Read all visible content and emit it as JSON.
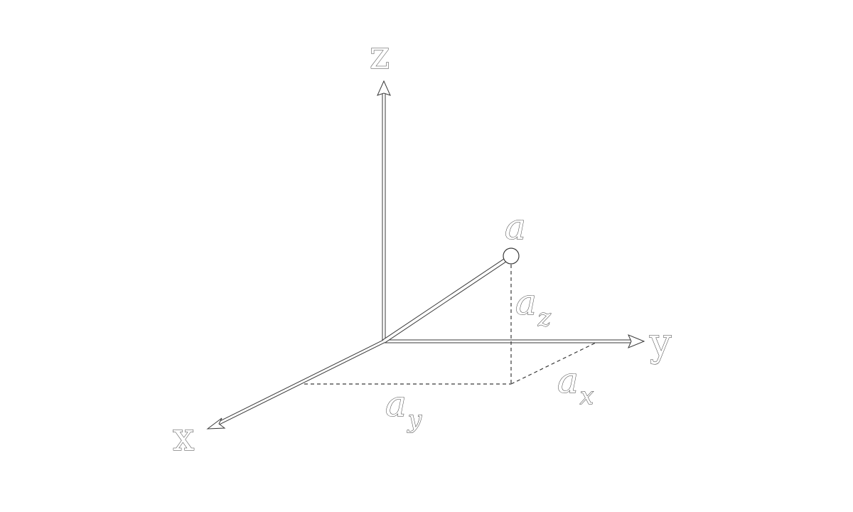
{
  "colors": {
    "background": "#ffffff",
    "outline": "#3a3a3a",
    "fill": "#ffffff"
  },
  "axes": {
    "x_label": "x",
    "y_label": "y",
    "z_label": "z"
  },
  "point": {
    "label": "a"
  },
  "components": {
    "z": {
      "base": "a",
      "subscript": "z"
    },
    "y": {
      "base": "a",
      "subscript": "y"
    },
    "x": {
      "base": "a",
      "subscript": "x"
    }
  }
}
